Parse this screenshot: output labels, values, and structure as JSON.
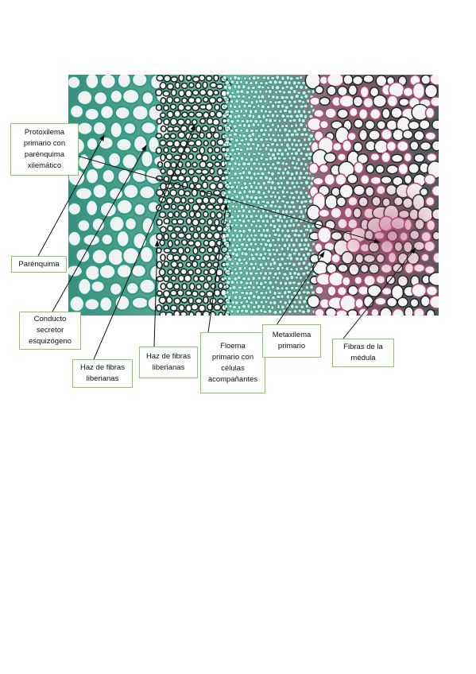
{
  "colors": {
    "label_border": "#8cc56a",
    "stain_green": "#2f9a86",
    "stain_magenta": "#b24a73",
    "cell_wall": "#1e2a26"
  },
  "labels": {
    "protoxilema": "Protoxilema\nprimario con\nparénquima\nxilemático",
    "parenquima": "Parénquima",
    "conducto": "Conducto\nsecretor\nesquizógeno",
    "haz1": "Haz de fibras\nliberianas",
    "haz2": "Haz de fibras\nliberianas",
    "floema": "Floema\nprimario con\ncélulas\nacompañantes",
    "metaxilema": "Metaxilema\nprimario",
    "fibras_medula": "Fibras de la\nmédula"
  }
}
